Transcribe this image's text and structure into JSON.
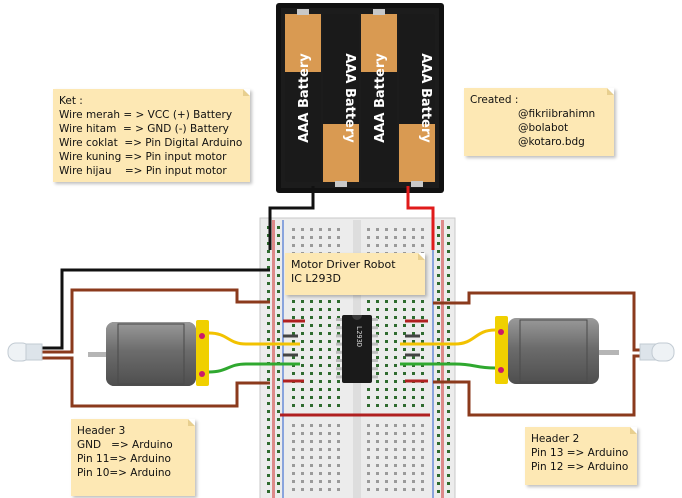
{
  "notes": {
    "ket": {
      "title": "Ket :",
      "lines": [
        "Wire merah = > VCC (+) Battery",
        "Wire hitam  = > GND (-) Battery",
        "Wire coklat  => Pin Digital Arduino",
        "Wire kuning => Pin input motor",
        "Wire hijau    => Pin input motor"
      ]
    },
    "created": {
      "title": "Created :",
      "lines": [
        "@fikriibrahimn",
        "@bolabot",
        "@kotaro.bdg"
      ]
    },
    "driver": {
      "lines": [
        "Motor Driver Robot",
        "IC L293D"
      ]
    },
    "header3": {
      "lines": [
        "Header 3",
        "GND   => Arduino",
        "Pin 11=> Arduino",
        "Pin 10=> Arduino"
      ]
    },
    "header2": {
      "lines": [
        "Header 2",
        "Pin 13 => Arduino",
        "Pin 12 => Arduino"
      ]
    }
  },
  "battery_pack": {
    "cells": [
      {
        "label": "AAA Battery",
        "orientation": "up"
      },
      {
        "label": "AAA Battery",
        "orientation": "down"
      },
      {
        "label": "AAA Battery",
        "orientation": "up"
      },
      {
        "label": "AAA Battery",
        "orientation": "down"
      }
    ]
  },
  "ic": {
    "label": "L293D"
  },
  "colors": {
    "wire_red": "#e01b1b",
    "wire_black": "#111111",
    "wire_brown": "#8b3a1c",
    "wire_yellow": "#f2c200",
    "wire_green": "#2fa82f",
    "note_bg": "#fde8b4",
    "breadboard": "#ececec",
    "battery_copper": "#d99a52",
    "battery_black": "#1a1a1a",
    "motor_body": "#6f6f6f"
  },
  "icons": [
    "battery-pack-icon",
    "dc-motor-icon",
    "breadboard-icon",
    "ic-chip-icon",
    "led-icon"
  ]
}
